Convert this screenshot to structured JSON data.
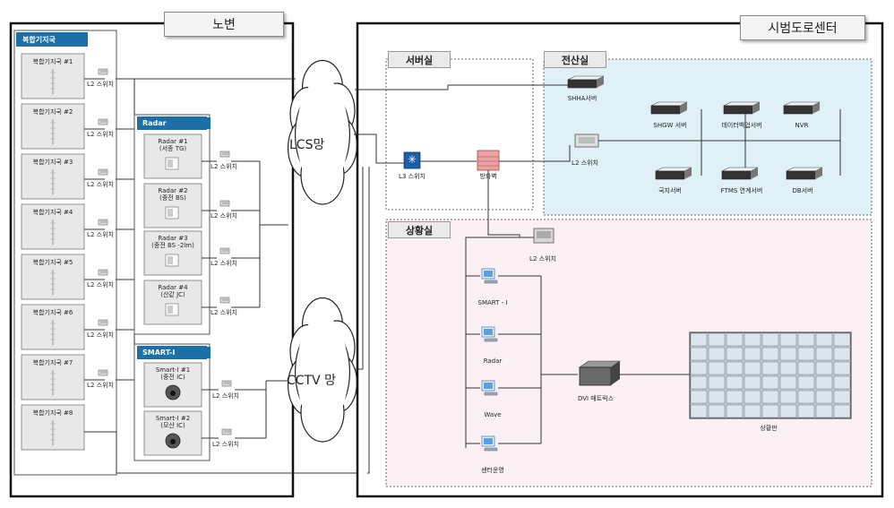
{
  "roadside": {
    "title": "노변",
    "complex_group_title": "복합기지국",
    "complex_stations": [
      "복합기지국 #1",
      "복합기지국 #2",
      "복합기지국 #3",
      "복합기지국 #4",
      "복합기지국 #5",
      "복합기지국 #6",
      "복합기지국 #7",
      "복합기지국 #8"
    ],
    "switch_label": "L2 스위치",
    "radar_group_title": "Radar",
    "radars": [
      {
        "name": "Radar #1",
        "loc": "(서종 TG)"
      },
      {
        "name": "Radar #2",
        "loc": "(중전 BS)"
      },
      {
        "name": "Radar #3",
        "loc": "(중전 BS -2lm)"
      },
      {
        "name": "Radar #4",
        "loc": "(산같 JC)"
      }
    ],
    "smart_group_title": "SMART-I",
    "smarts": [
      {
        "name": "Smart-I #1",
        "loc": "(중전 IC)"
      },
      {
        "name": "Smart-I #2",
        "loc": "(모산 IC)"
      }
    ]
  },
  "networks": {
    "lcs": "LCS망",
    "cctv": "CCTV 망"
  },
  "center": {
    "title": "시범도로센터",
    "server_room": {
      "title": "서버실",
      "l3_switch": "L3 스위치",
      "firewall": "방화벽"
    },
    "computer_room": {
      "title": "전산실",
      "l2_switch": "L2 스위치",
      "servers": [
        "SHHA서버",
        "SHGW 서버",
        "데이터백업서버",
        "NVR",
        "국지서버",
        "FTMS 연계서버",
        "DB서버"
      ]
    },
    "situation_room": {
      "title": "상황실",
      "l2_switch": "L2 스위치",
      "pcs": [
        "SMART - I",
        "Radar",
        "Wave",
        "센터운영"
      ],
      "matrix": "DVI 매트릭스",
      "wall": "상황판"
    }
  }
}
